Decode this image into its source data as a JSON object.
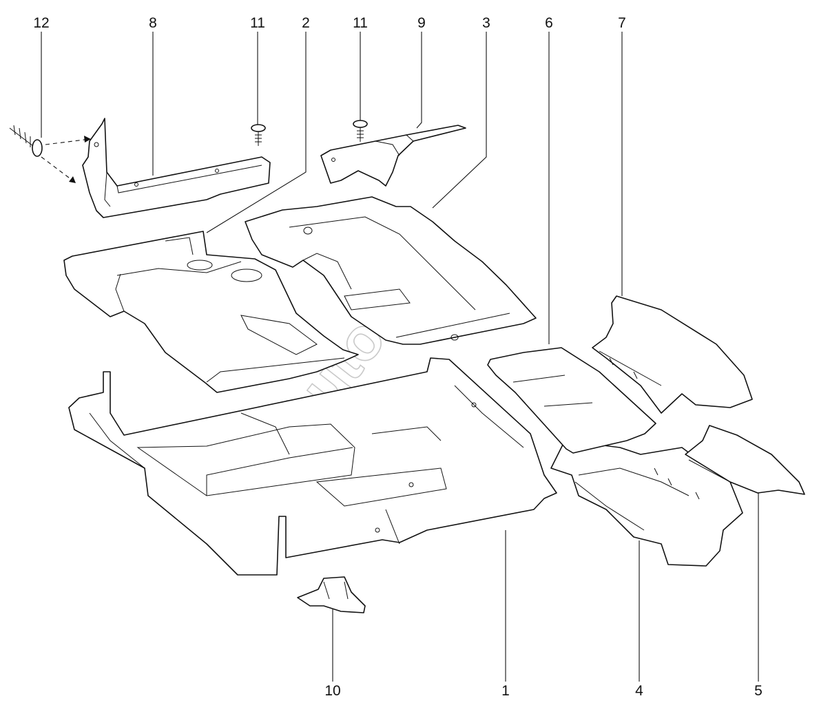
{
  "callouts": {
    "c1": "1",
    "c2": "2",
    "c3": "3",
    "c4": "4",
    "c5": "5",
    "c6": "6",
    "c7": "7",
    "c8": "8",
    "c9": "9",
    "c10": "10",
    "c11a": "11",
    "c11b": "11",
    "c12": "12"
  },
  "watermark": "AutoSoft",
  "colors": {
    "line": "#111111",
    "background": "#ffffff",
    "watermark": "#c9c9c9"
  }
}
